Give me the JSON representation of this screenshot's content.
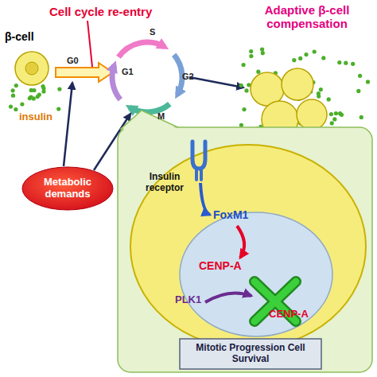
{
  "diagram": {
    "nodes": [
      {
        "text": [
          "Metabolic demands"
        ]
      },
      {
        "text": [
          "Mitotic Progression Cell Survival"
        ]
      }
    ],
    "labels": [
      "Cell cycle re-entry",
      "Adaptive β-cell compensation",
      "β-cell",
      "insulin",
      "G0",
      "G1",
      "S",
      "G2",
      "M",
      "Insulin receptor",
      "FoxM1",
      "CENP-A",
      "PLK1",
      "CENP-A"
    ]
  }
}
